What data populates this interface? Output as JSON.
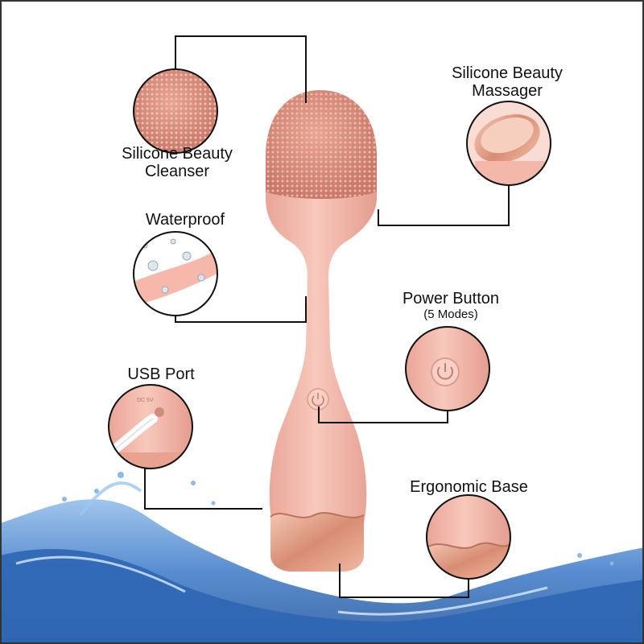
{
  "labels": {
    "cleanser_line1": "Silicone Beauty",
    "cleanser_line2": "Cleanser",
    "massager_line1": "Silicone Beauty",
    "massager_line2": "Massager",
    "waterproof": "Waterproof",
    "power_button": "Power Button",
    "power_modes": "(5 Modes)",
    "usb_port": "USB Port",
    "ergonomic_base": "Ergonomic Base"
  },
  "device_markings": {
    "usb_port_text": "DC 5V"
  },
  "colors": {
    "device_pink": "#f4b6a8",
    "brush_head": "#d98a78",
    "rose_gold": "#e6a58e",
    "callout_line": "#111111",
    "frame_border": "#333333",
    "water_blue": "#3b79c8"
  }
}
